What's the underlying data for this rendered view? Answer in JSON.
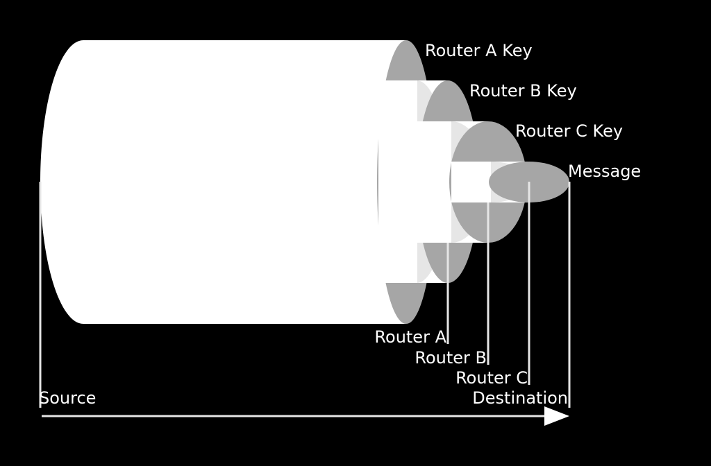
{
  "diagram": {
    "key_labels": {
      "router_a_key": "Router A Key",
      "router_b_key": "Router B Key",
      "router_c_key": "Router C Key",
      "message": "Message"
    },
    "path_labels": {
      "router_a": "Router A",
      "router_b": "Router B",
      "router_c": "Router C",
      "destination": "Destination",
      "source": "Source"
    },
    "colors": {
      "background": "#000000",
      "layer_fill": "#ffffff",
      "cap_fill": "#a6a6a6",
      "inner_cap_fill": "#e6e6e6",
      "line": "#e6e6e6"
    }
  }
}
